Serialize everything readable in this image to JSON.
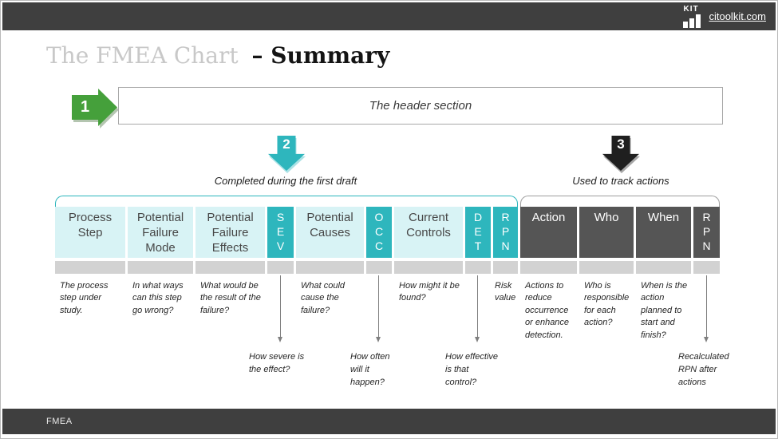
{
  "top_bar": {
    "logo_text": "KIT",
    "site_link": "citoolkit.com"
  },
  "title": {
    "muted": "The FMEA Chart",
    "dark": "– Summary"
  },
  "step1": {
    "number": "1",
    "box_text": "The header section"
  },
  "step2": {
    "number": "2",
    "label": "Completed during the first draft"
  },
  "step3": {
    "number": "3",
    "label": "Used to track actions"
  },
  "table": {
    "columns": [
      {
        "label": "Process Step",
        "type": "light",
        "description": "The process step under study."
      },
      {
        "label": "Potential Failure Mode",
        "type": "light",
        "description": "In what ways can this step go wrong?"
      },
      {
        "label": "Potential Failure Effects",
        "type": "light",
        "description": "What would be the result of the failure?"
      },
      {
        "label": "SEV",
        "stacked": "S\nE\nV",
        "type": "accent",
        "callout": "How severe is the effect?"
      },
      {
        "label": "Potential Causes",
        "type": "light",
        "description": "What could cause the failure?"
      },
      {
        "label": "OCC",
        "stacked": "O\nC\nC",
        "type": "accent",
        "callout": "How often will it happen?"
      },
      {
        "label": "Current Controls",
        "type": "light",
        "description": "How might it be found?"
      },
      {
        "label": "DET",
        "stacked": "D\nE\nT",
        "type": "accent",
        "callout": "How effective is that control?"
      },
      {
        "label": "RPN",
        "stacked": "R\nP\nN",
        "type": "accent",
        "description": "Risk value"
      },
      {
        "label": "Action",
        "type": "dark",
        "description": "Actions to reduce occurrence or enhance detection."
      },
      {
        "label": "Who",
        "type": "dark",
        "description": "Who is responsible for each action?"
      },
      {
        "label": "When",
        "type": "dark",
        "description": "When is the action planned to start and finish?"
      },
      {
        "label": "RPN",
        "stacked": "R\nP\nN",
        "type": "dark",
        "callout": "Recalculated RPN after actions"
      }
    ]
  },
  "footer": {
    "label": "FMEA"
  },
  "colors": {
    "accent_teal": "#2eb6bd",
    "pale_cyan": "#d8f3f5",
    "dark_cell": "#555555",
    "bar_dark": "#3f3f3f",
    "green": "#45a03b",
    "gray_row": "#d2d2d2"
  }
}
